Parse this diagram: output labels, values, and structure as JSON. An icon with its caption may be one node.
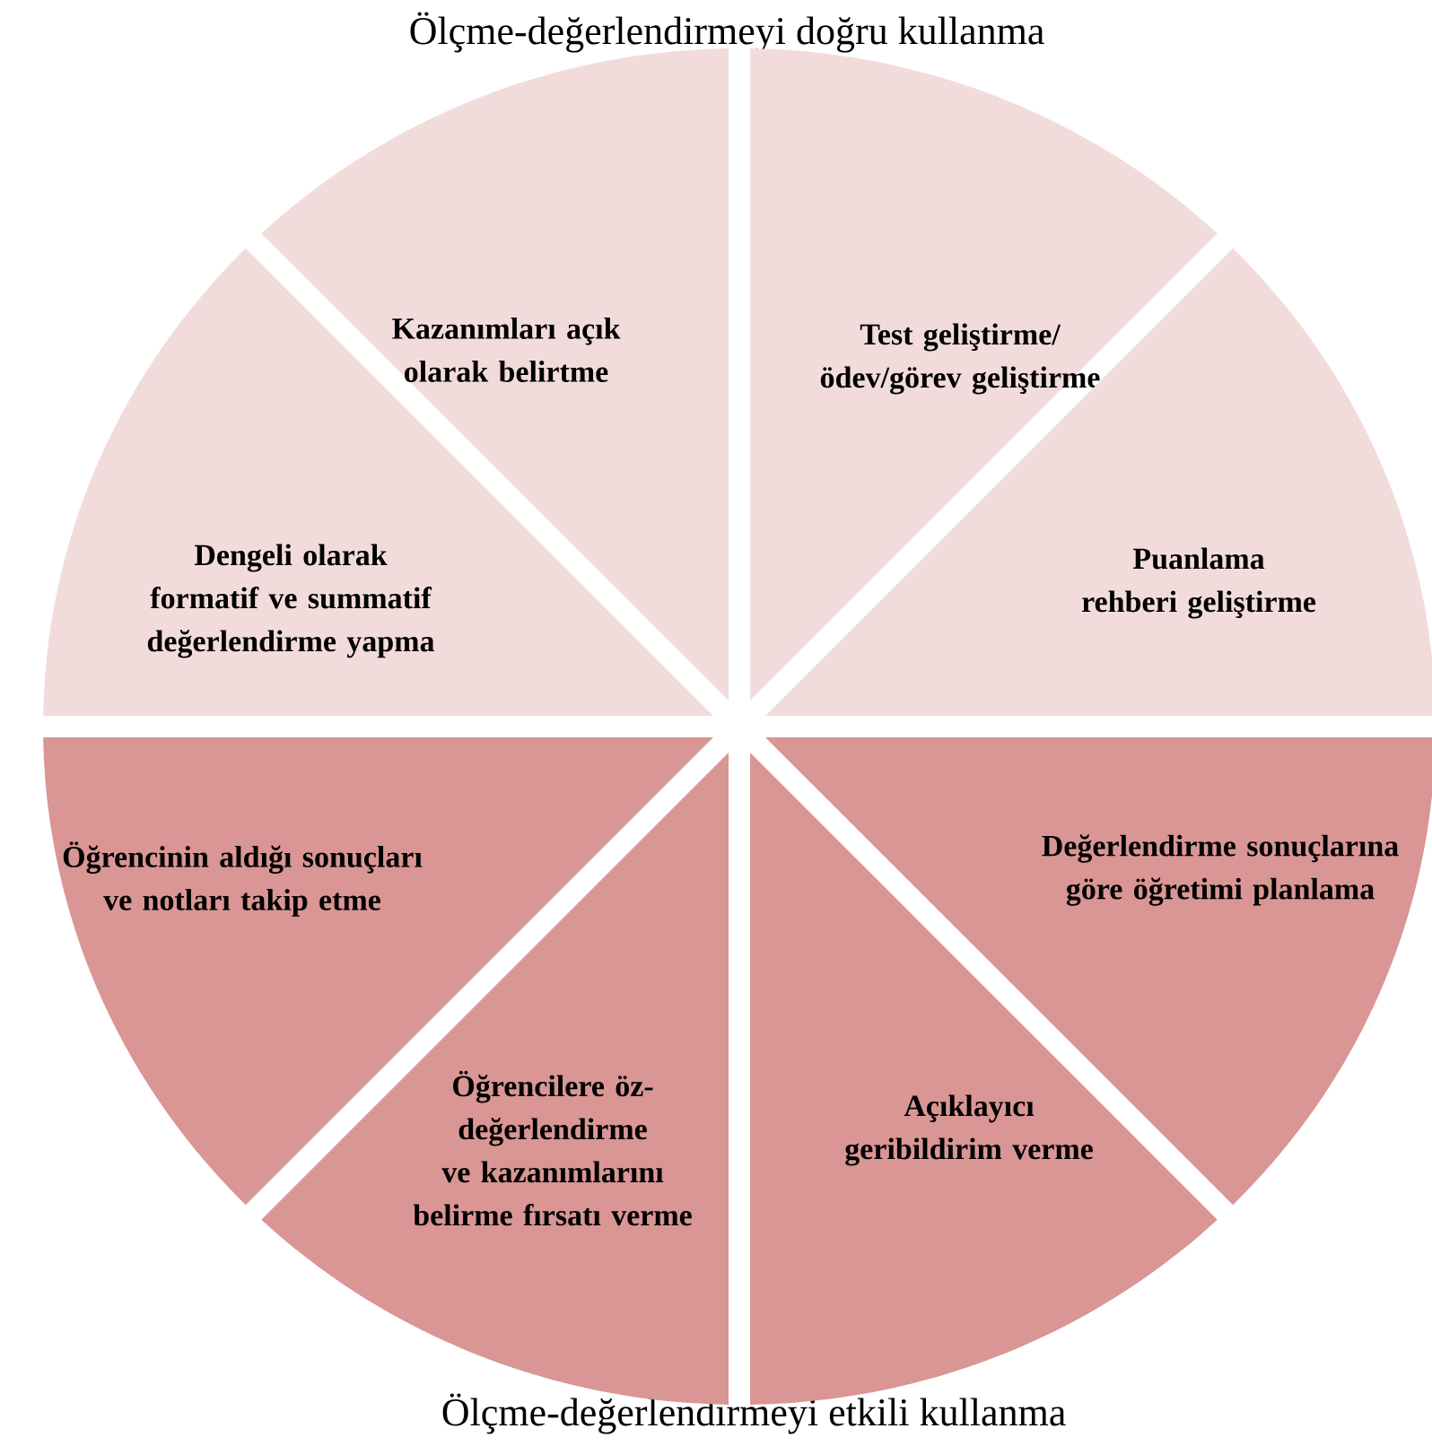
{
  "diagram": {
    "title": "Ölçme-değerlendirmeyi doğru kullanma",
    "caption": "Ölçme-değerlendirmeyi etkili kullanma",
    "nodes": [
      {
        "text": [
          "Kazanımları açık olarak belirtme"
        ]
      },
      {
        "text": [
          "Test  geliştirme/ ödev/görev geliştirme"
        ]
      },
      {
        "text": [
          "Puanlama rehberi geliştirme"
        ]
      },
      {
        "text": [
          "Dengeli olarak formatif ve summatif değerlendirme yapma"
        ]
      },
      {
        "text": [
          "Öğrencinin aldığı sonuçları ve notları takip etme"
        ]
      },
      {
        "text": [
          "Değerlendirme sonuçlarına göre öğretimi planlama"
        ]
      },
      {
        "text": [
          "Açıklayıcı geribildirim verme"
        ]
      },
      {
        "text": [
          "Öğrencilere öz-değerlendirme  ve kazanımlarını belirme fırsatı verme"
        ]
      }
    ]
  }
}
